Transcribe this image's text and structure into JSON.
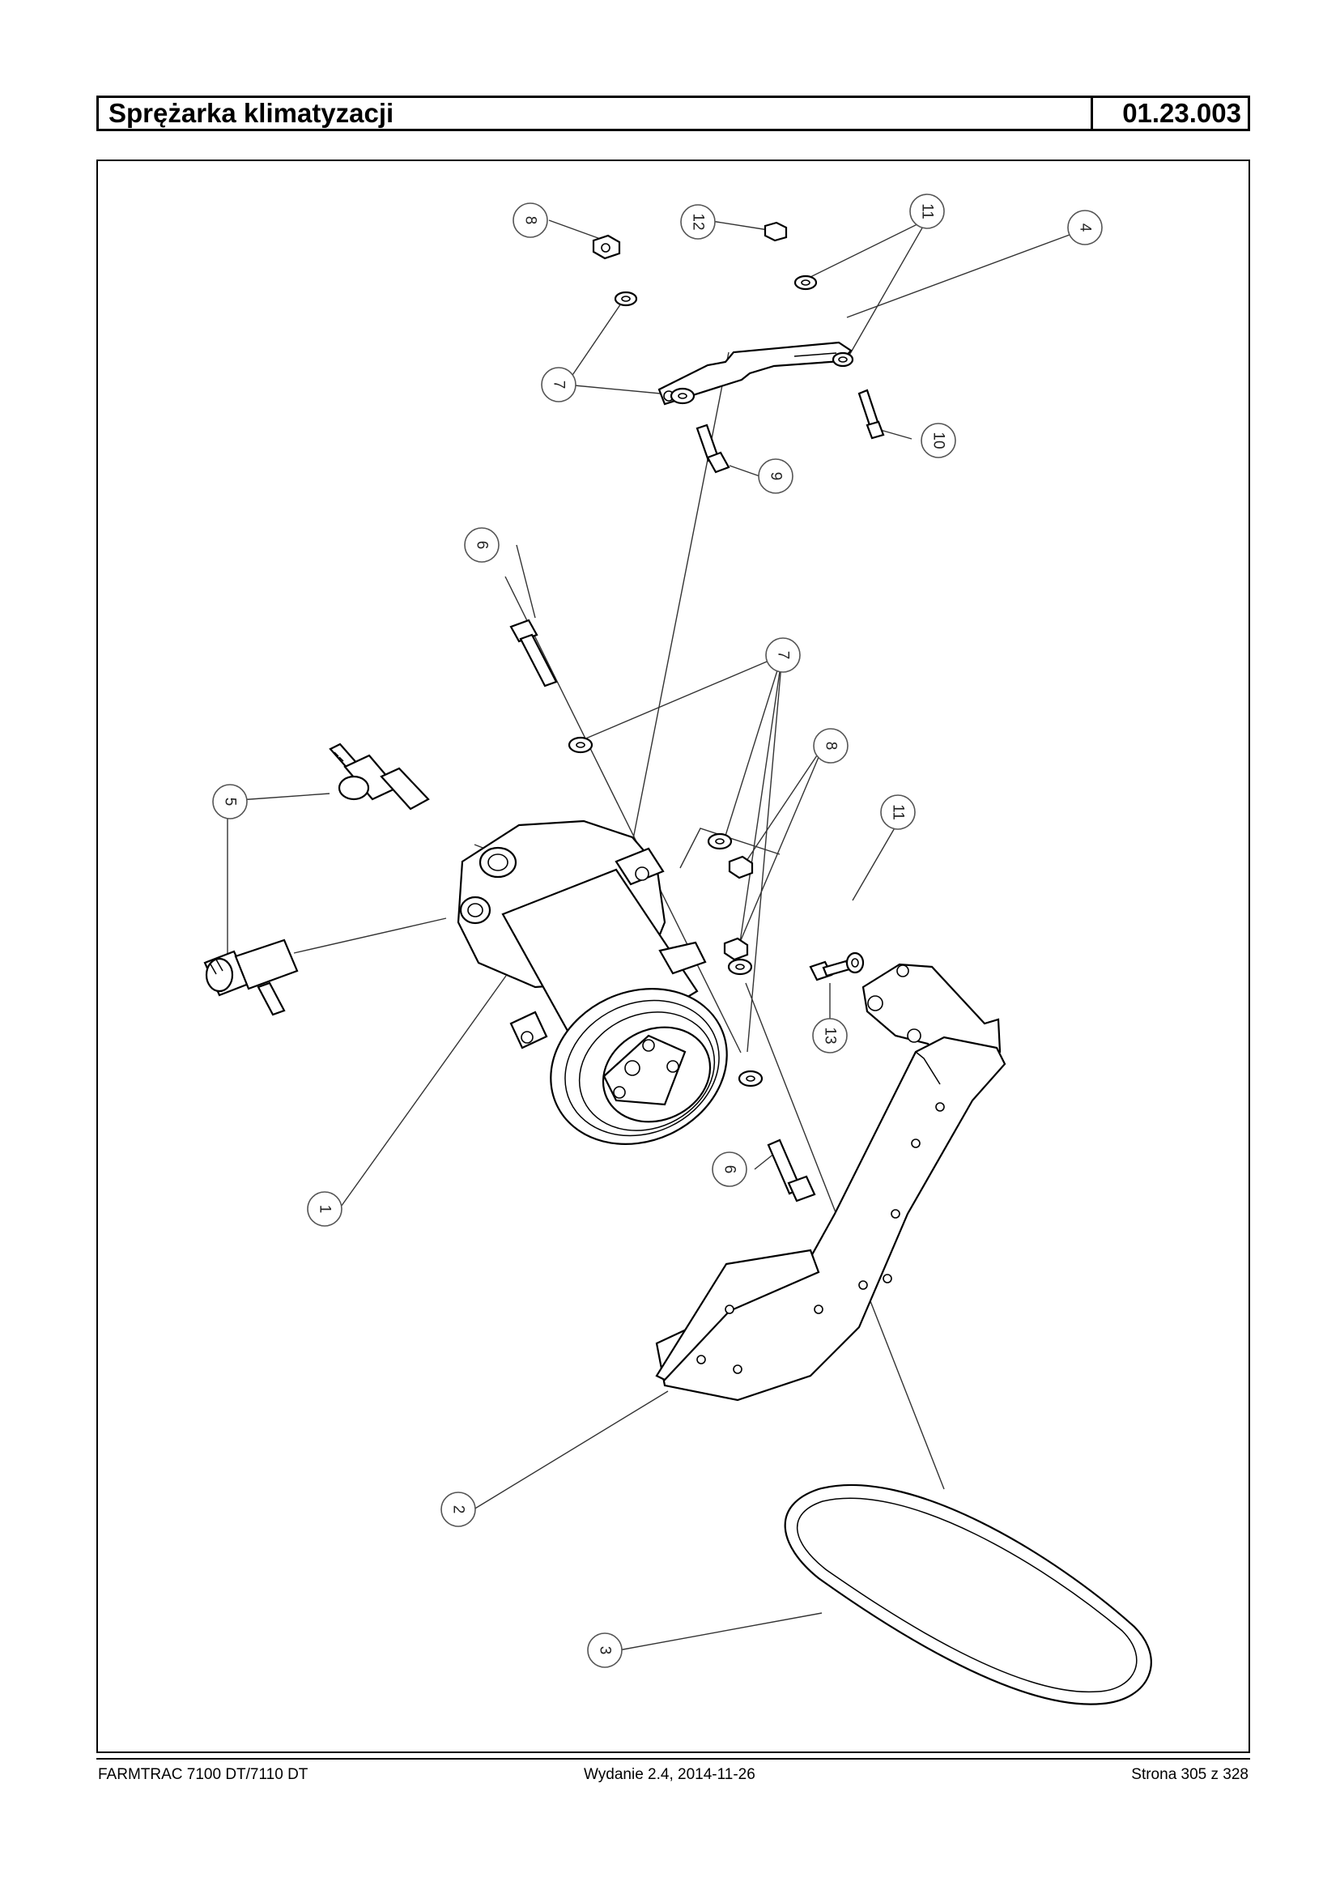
{
  "header": {
    "title": "Sprężarka klimatyzacji",
    "code": "01.23.003"
  },
  "callouts": [
    "8",
    "12",
    "11",
    "4",
    "7",
    "10",
    "9",
    "6",
    "7",
    "8",
    "5",
    "11",
    "13",
    "1",
    "6",
    "2",
    "3"
  ],
  "footer": {
    "model": "FARMTRAC 7100 DT/7110 DT",
    "edition": "Wydanie 2.4,  2014-11-26",
    "page": "Strona 305 z 328"
  }
}
